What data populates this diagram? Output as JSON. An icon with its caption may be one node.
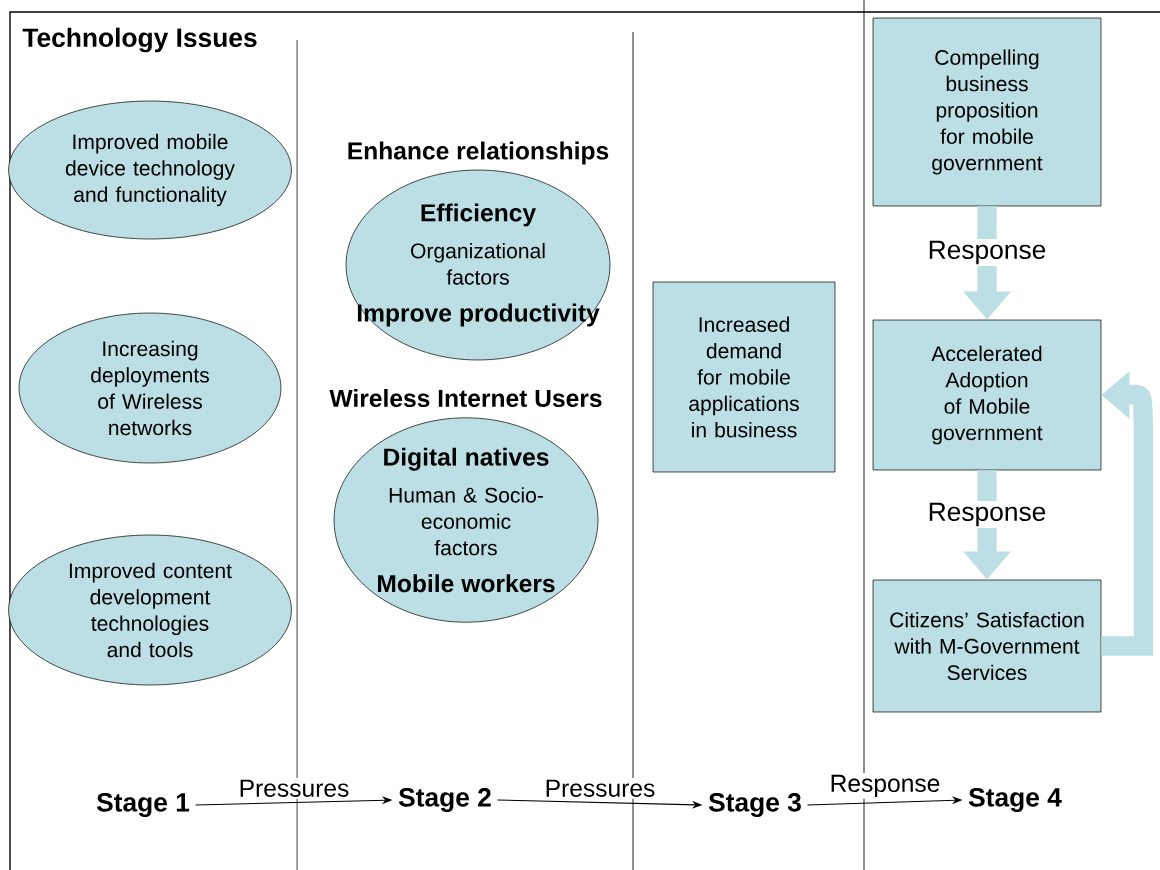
{
  "diagram": {
    "nodes": [
      {
        "text": [
          "Improved mobile device technology and functionality"
        ]
      },
      {
        "text": [
          "Increasing deployments of Wireless networks"
        ]
      },
      {
        "text": [
          "Improved content development technologies and tools"
        ]
      },
      {
        "text": [
          "Efficiency",
          "Organizational factors",
          "Improve productivity"
        ],
        "beside": [
          "Enhance relationships"
        ]
      },
      {
        "text": [
          "Digital natives",
          "Human & Socio-economic factors",
          "Mobile workers"
        ],
        "beside": [
          "Wireless Internet Users"
        ]
      },
      {
        "text": [
          "Increased demand for mobile applications in business"
        ]
      },
      {
        "text": [
          "Compelling business proposition for mobile government"
        ]
      },
      {
        "text": [
          "Accelerated Adoption of Mobile government"
        ]
      },
      {
        "text": [
          "Citizens’ Satisfaction with M-Government Services"
        ]
      },
      {
        "text": [
          "Stage 1"
        ]
      },
      {
        "text": [
          "Stage 2"
        ]
      },
      {
        "text": [
          "Stage 3"
        ]
      },
      {
        "text": [
          "Stage 4"
        ]
      }
    ],
    "edges": [
      {
        "from": 6,
        "to": 7,
        "arrow": "to",
        "label": "Response",
        "style": "thick",
        "color": "#bbdfe4"
      },
      {
        "from": 7,
        "to": 8,
        "arrow": "to",
        "label": "Response",
        "style": "thick",
        "color": "#bbdfe4"
      },
      {
        "from": 8,
        "to": 7,
        "arrow": "to",
        "style": "thick",
        "color": "#bbdfe4"
      },
      {
        "from": 9,
        "to": 10,
        "arrow": "to",
        "label": "Pressures",
        "color": "#000000"
      },
      {
        "from": 10,
        "to": 11,
        "arrow": "to",
        "label": "Pressures",
        "color": "#000000"
      },
      {
        "from": 11,
        "to": 12,
        "arrow": "to",
        "label": "Response",
        "color": "#000000"
      }
    ],
    "labels": [
      "Technology Issues"
    ]
  }
}
